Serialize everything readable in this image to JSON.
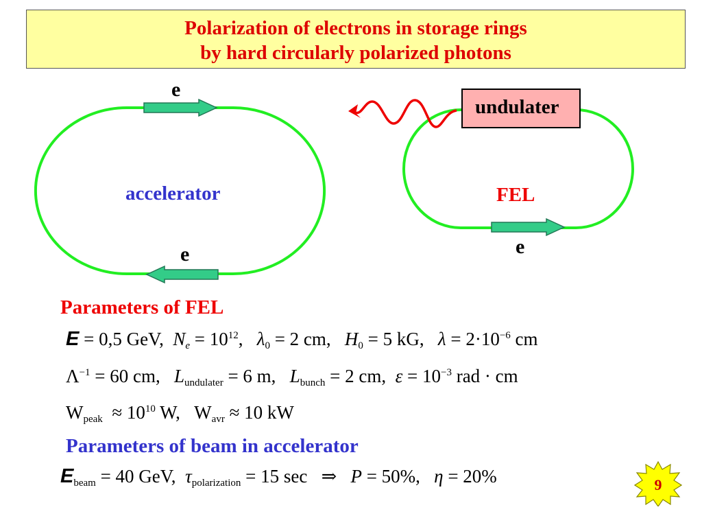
{
  "title": {
    "line1": "Polarization of electrons in storage rings",
    "line2": "by hard circularly polarized photons"
  },
  "diagram": {
    "accelerator_label": "accelerator",
    "fel_label": "FEL",
    "undulater_label": "undulater",
    "electron_label": "e",
    "colors": {
      "ring": "#22ee22",
      "arrow": "#33cc88",
      "photon": "#ee0000",
      "undulater_fill": "#ffb0b0",
      "accelerator_text": "#3333cc",
      "fel_text": "#ee0000"
    }
  },
  "fel_params": {
    "heading": "Parameters of  FEL",
    "line1": {
      "E": "E",
      "E_val": "= 0,5 GeV,",
      "N": "N",
      "N_sub": "e",
      "N_eq": "= 10",
      "N_sup": "12",
      "N_end": ",",
      "lam0": "λ",
      "lam0_sub": "0",
      "lam0_val": "= 2 cm,",
      "H": "H",
      "H_sub": "0",
      "H_val": "= 5 kG,",
      "lam": "λ",
      "lam_val": "= 2·10",
      "lam_sup": "−6",
      "lam_end": "cm"
    },
    "line2": {
      "Lambda": "Λ",
      "Lambda_sup": "−1",
      "Lambda_val": "= 60 cm,",
      "Lu": "L",
      "Lu_sub": "undulater",
      "Lu_val": "= 6 m,",
      "Lb": "L",
      "Lb_sub": "bunch",
      "Lb_val": "= 2 cm,",
      "eps": "ε",
      "eps_val": "= 10",
      "eps_sup": "−3",
      "eps_end": "rad · cm"
    },
    "line3": {
      "W1": "W",
      "W1_sub": "peak",
      "W1_val": "≈ 10",
      "W1_sup": "10",
      "W1_end": "W,",
      "W2": "W",
      "W2_sub": "avr",
      "W2_val": "≈ 10 kW"
    }
  },
  "beam_params": {
    "heading": "Parameters of beam in  accelerator",
    "line1": {
      "E": "E",
      "E_sub": "beam",
      "E_val": "= 40 GeV,",
      "tau": "τ",
      "tau_sub": "polarization",
      "tau_val": "= 15 sec",
      "implies": "⇒",
      "P": "P",
      "P_val": "= 50%,",
      "eta": "η",
      "eta_val": "= 20%"
    }
  },
  "slide_number": "9"
}
